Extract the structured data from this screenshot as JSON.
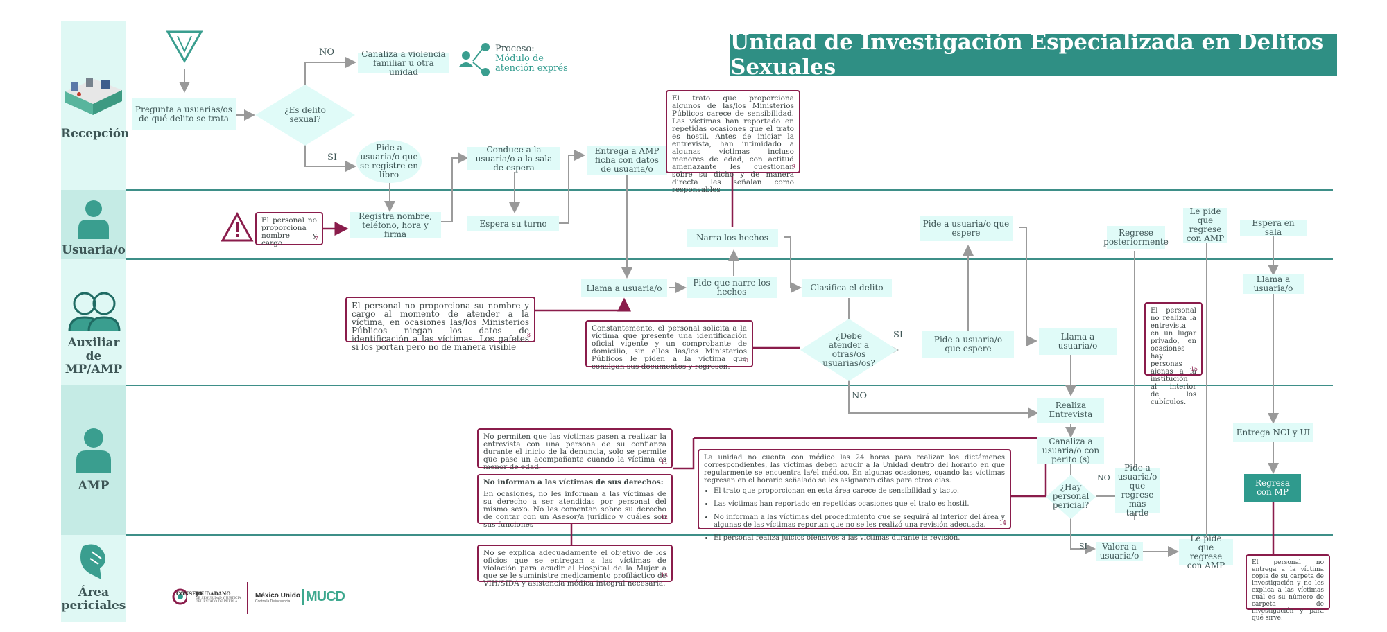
{
  "title": "Unidad de Investigación Especializada en Delitos Sexuales",
  "lanes": [
    "Recepción",
    "Usuaria/o",
    "Auxiliar de MP/AMP",
    "AMP",
    "Área periciales"
  ],
  "legend": {
    "line1": "Proceso:",
    "line2": "Módulo de",
    "line3": "atención exprés"
  },
  "nodes": {
    "pregunta": "Pregunta a usuarias/os de qué delito se trata",
    "es_delito": "¿Es delito sexual?",
    "canaliza_violencia": "Canaliza a violencia familiar u otra unidad",
    "pide_registre": "Pide a usuaria/o que se registre en libro",
    "conduce": "Conduce a la usuaria/o a la sala de espera",
    "entrega_amp": "Entrega a AMP ficha con datos de usuaria/o",
    "registra": "Registra nombre, teléfono, hora y firma",
    "espera_turno": "Espera su turno",
    "narra": "Narra los hechos",
    "llama1": "Llama a usuaria/o",
    "pide_narre": "Pide que narre los hechos",
    "clasifica": "Clasifica el delito",
    "debe_atender": "¿Debe atender a otras/os usuarias/os?",
    "pide_espere_low": "Pide a usuaria/o que espere",
    "pide_espere_top": "Pide a usuaria/o que espere",
    "llama2": "Llama a usuaria/o",
    "regrese_post": "Regrese posteriormente",
    "le_pide_top": "Le pide que regrese con AMP",
    "espera_sala": "Espera en sala",
    "llama3": "Llama a usuaria/o",
    "realiza_entrevista": "Realiza Entrevista",
    "canaliza_perito": "Canaliza a usuaria/o con perito (s)",
    "hay_personal": "¿Hay personal pericial?",
    "pide_regrese_tarde": "Pide a usuaria/o que regrese más tarde",
    "valora": "Valora a usuaria/o",
    "le_pide_bottom": "Le pide que regrese con AMP",
    "entrega_nci": "Entrega NCI y UI",
    "regresa_mp": "Regresa con MP"
  },
  "edge_labels": {
    "no1": "NO",
    "si1": "SI",
    "si2": "SI",
    "no2": "NO",
    "no3": "NO",
    "si3": "SI"
  },
  "notes": {
    "n7": {
      "text": "El personal no proporciona nombre y cargo",
      "num": "7"
    },
    "n8": {
      "text": "El personal no proporciona su nombre y cargo al momento de atender a la víctima, en ocasiones las/los Ministerios Públicos niegan los datos de identificación a las víctimas. Los gafetes si los portan pero no de manera visible",
      "num": "8"
    },
    "n9": {
      "text": "El trato que proporciona algunos de las/los Ministerios Públicos carece de sensibilidad. Las víctimas han reportado en repetidas ocasiones que el trato es hostil. Antes de iniciar la entrevista, han intimidado a algunas víctimas incluso menores de edad, con actitud amenazante les cuestionan sobre su dicho y de manera directa les señalan como responsables",
      "num": "9"
    },
    "n10": {
      "text": "Constantemente, el personal solicita a la víctima que presente una identificación oficial vigente y un comprobante de domicilio, sin ellos las/los Ministerios Públicos le piden a la víctima que consigan sus documentos y regresen.",
      "num": "10"
    },
    "n11": {
      "text": "No permiten que las víctimas pasen a realizar la entrevista con una persona de su confianza durante el inicio de la denuncia, solo se permite que pase un acompañante cuando la víctima es menor de edad.",
      "num": "11"
    },
    "n12": {
      "title": "No informan a las víctimas de sus derechos:",
      "text": "En ocasiones, no les informan a las víctimas de su derecho a ser atendidas por personal del mismo sexo. No les comentan sobre su derecho de contar con un Asesor/a jurídico y cuáles son sus funciones",
      "num": "12"
    },
    "n13": {
      "text": "No se explica adecuadamente el objetivo de los oficios que se entregan a las víctimas de violación para acudir al Hospital de la Mujer a que se le suministre medicamento profiláctico de VIH/SIDA y asistencia médica integral necesaria.",
      "num": "13"
    },
    "n14": {
      "intro": "La unidad no cuenta con médico las 24 horas para realizar los dictámenes correspondientes, las víctimas deben acudir a la Unidad dentro del horario en que regularmente se encuentra la/el médico. En algunas ocasiones, cuando las víctimas regresan en el horario señalado se les asignaron citas para otros días.",
      "bullets": [
        "El trato que proporcionan en esta área carece de sensibilidad y tacto.",
        "Las víctimas han reportado en repetidas ocasiones que el trato es hostil.",
        "No informan a las víctimas del procedimiento que se seguirá al interior del área y algunas de las víctimas reportan que no se les realizó una revisión adecuada.",
        "El personal realiza juicios ofensivos a las víctimas durante la revisión."
      ],
      "num": "14"
    },
    "n15": {
      "text": "El personal no realiza la entrevista en un lugar privado, en ocasiones hay personas ajenas a la institución al interior de los cubículos.",
      "num": "15"
    },
    "n16": {
      "text": "El personal no entrega a la víctima copia de su carpeta de investigación y no les explica a las víctimas cuál es su número de carpeta de investigación y para qué sirve."
    }
  },
  "logos": {
    "consejo1": "CONSEJO",
    "consejo2": "CIUDADANO",
    "consejo3": "DE SEGURIDAD Y JUSTICIA DEL ESTADO DE PUEBLA",
    "mexico1": "México Unido",
    "mexico2": "Contra la Delincuencia",
    "mucd": "MUCD"
  },
  "colors": {
    "teal": "#2f8f84",
    "light": "#e0fbf8",
    "lane": "#dff8f4",
    "lane_alt": "#c5ebe5",
    "note": "#8a1c4b",
    "arrow": "#999999"
  }
}
